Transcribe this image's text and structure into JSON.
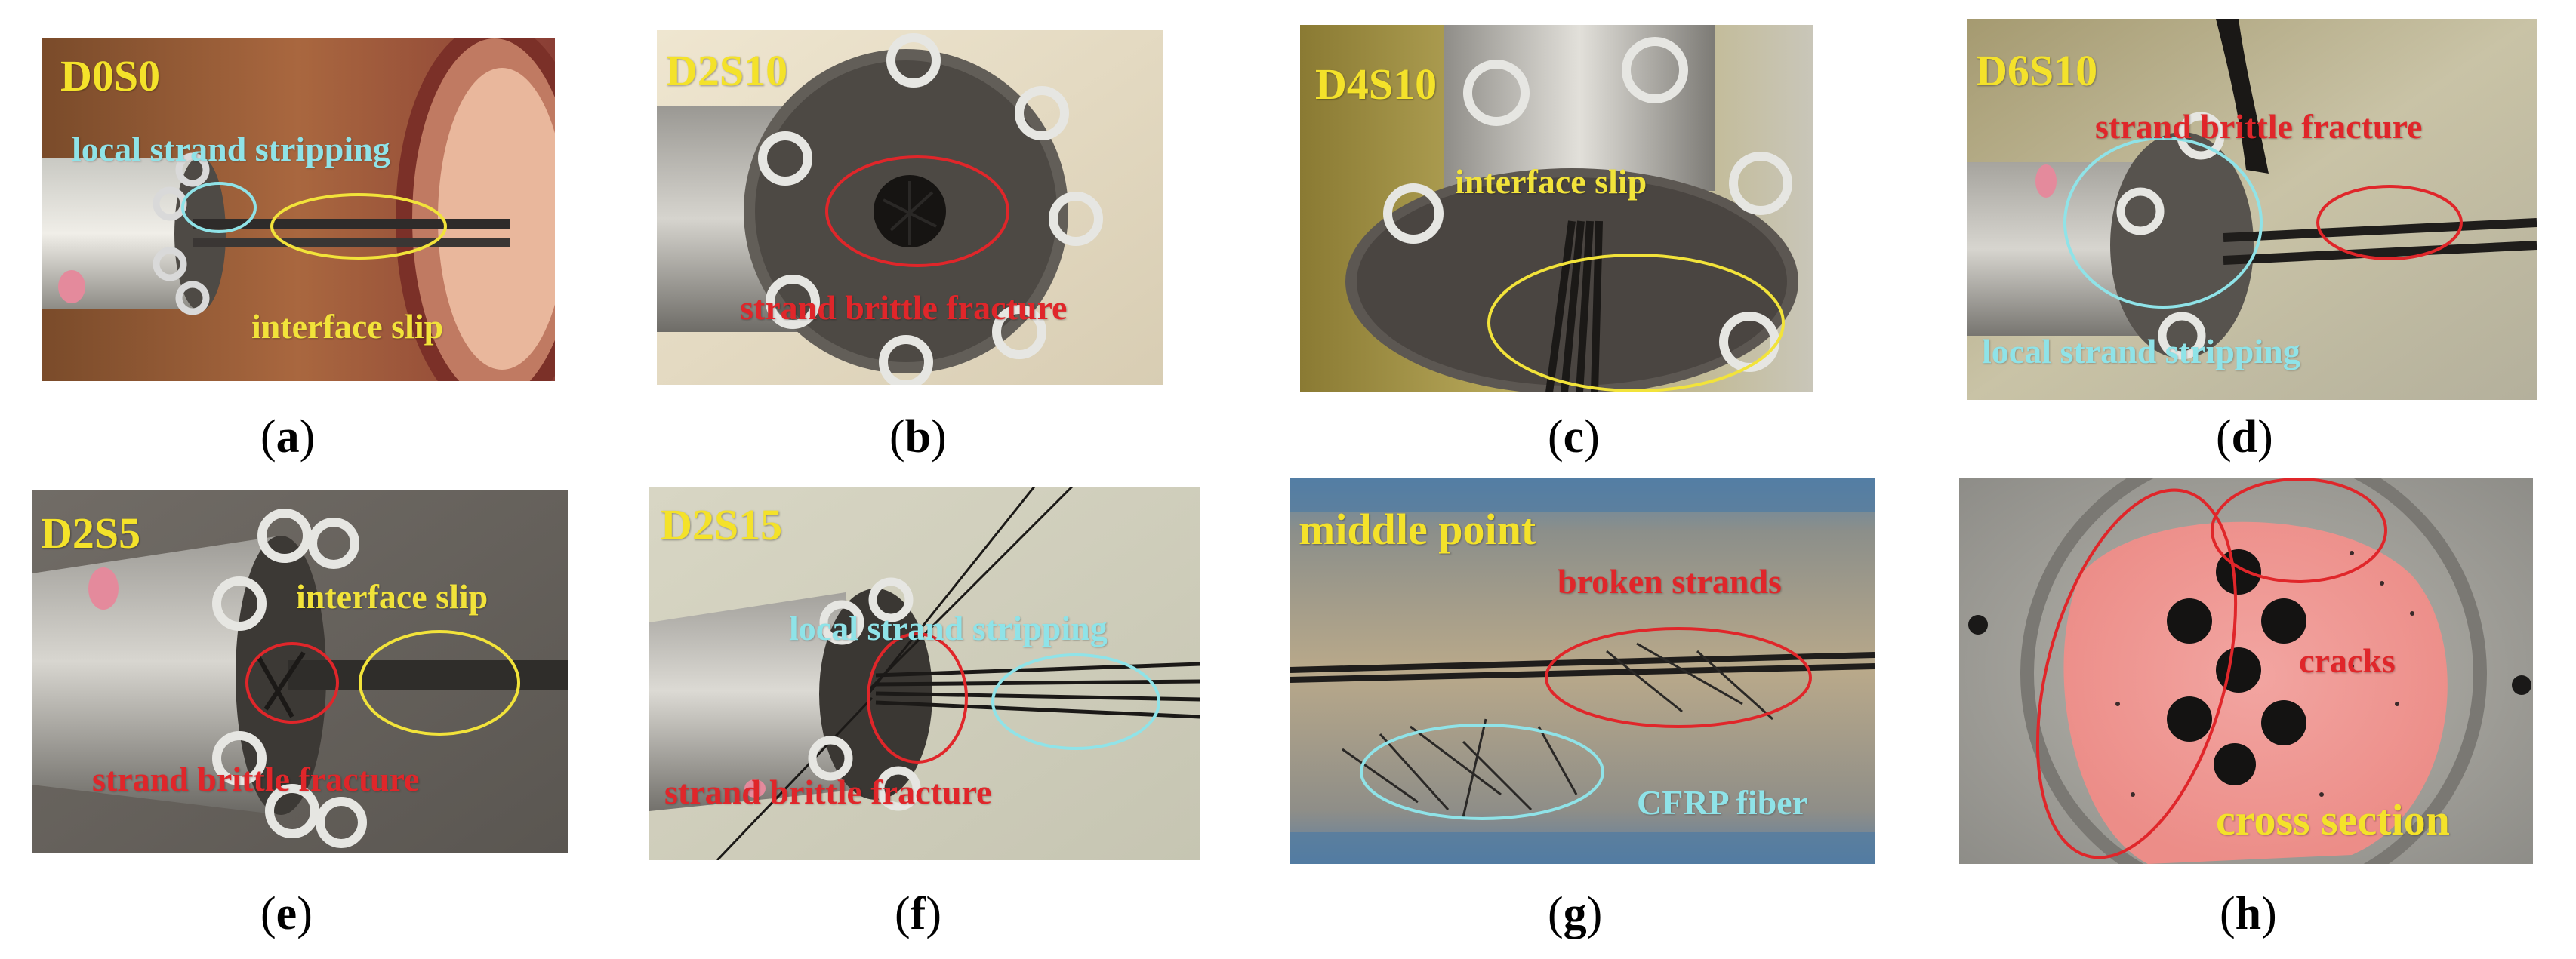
{
  "colors": {
    "label_yellow": "#f4e22a",
    "cyan": "#8fe3e8",
    "red": "#e0262a",
    "yellow": "#f2e33a"
  },
  "panels": [
    {
      "id": "a",
      "sample": "D0S0",
      "caption": "a",
      "notes": [
        "local strand stripping",
        "interface slip"
      ]
    },
    {
      "id": "b",
      "sample": "D2S10",
      "caption": "b",
      "notes": [
        "strand brittle fracture"
      ]
    },
    {
      "id": "c",
      "sample": "D4S10",
      "caption": "c",
      "notes": [
        "interface slip"
      ]
    },
    {
      "id": "d",
      "sample": "D6S10",
      "caption": "d",
      "notes": [
        "strand brittle fracture",
        "local strand stripping"
      ]
    },
    {
      "id": "e",
      "sample": "D2S5",
      "caption": "e",
      "notes": [
        "interface slip",
        "strand brittle fracture"
      ]
    },
    {
      "id": "f",
      "sample": "D2S15",
      "caption": "f",
      "notes": [
        "local strand stripping",
        "strand brittle fracture"
      ]
    },
    {
      "id": "g",
      "sample": "middle point",
      "caption": "g",
      "notes": [
        "broken strands",
        "CFRP fiber"
      ]
    },
    {
      "id": "h",
      "sample": "cross section",
      "caption": "h",
      "notes": [
        "cracks"
      ]
    }
  ]
}
